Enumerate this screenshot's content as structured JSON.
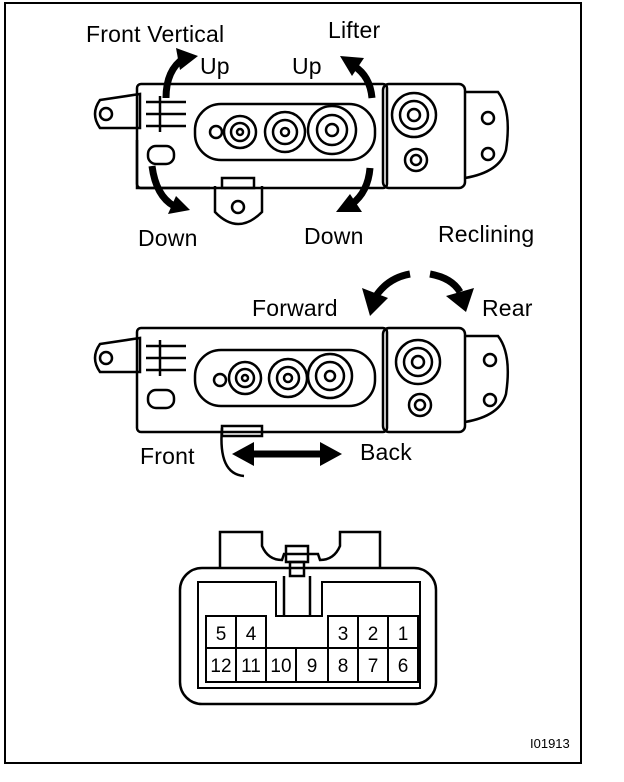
{
  "labels": {
    "front_vertical": "Front Vertical",
    "lifter": "Lifter",
    "up_left": "Up",
    "up_right": "Up",
    "down_left": "Down",
    "down_right": "Down",
    "reclining": "Reclining",
    "forward": "Forward",
    "rear": "Rear",
    "front": "Front",
    "back": "Back"
  },
  "connector_pins": {
    "top_row": [
      "5",
      "4",
      "3",
      "2",
      "1"
    ],
    "bottom_row": [
      "12",
      "11",
      "10",
      "9",
      "8",
      "7",
      "6"
    ]
  },
  "figure_code": "I01913"
}
